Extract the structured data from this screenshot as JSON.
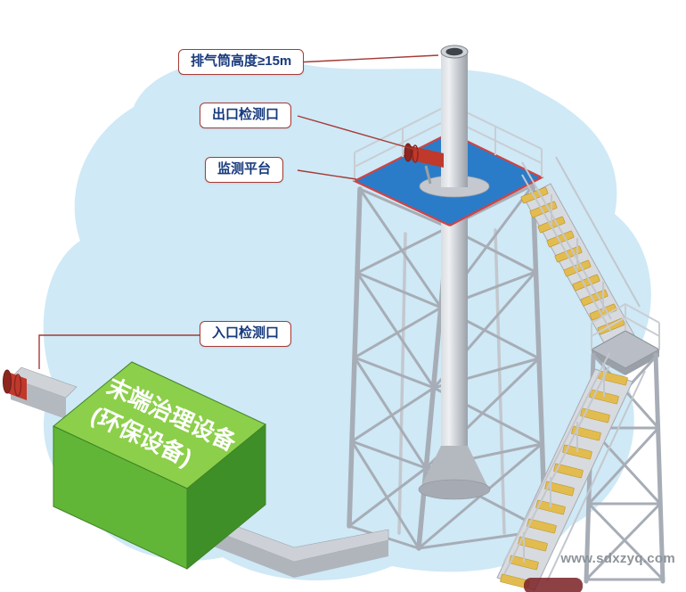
{
  "callouts": {
    "stack_height": "排气筒高度≥15m",
    "outlet_port": "出口检测口",
    "platform": "监测平台",
    "inlet_port": "入口检测口"
  },
  "equipment": {
    "line1": "末端治理设备",
    "line2": "(环保设备)"
  },
  "watermark": "www.sdxzyq.com",
  "colors": {
    "blob": "#cfe9f6",
    "platform_blue": "#2a7cc9",
    "platform_border": "#cf4444",
    "stairs_yellow": "#e3bc4f",
    "steel": "#a7adb6",
    "steel_light": "#c9cdd3",
    "box_top": "#8ccf4a",
    "box_front": "#62b637",
    "box_side": "#3f8f28",
    "pipe_red": "#c0392b",
    "duct_gray": "#c9cdd3",
    "label_border": "#a63a35",
    "label_text": "#173a7d",
    "watermark_gray": "#8d939a"
  }
}
